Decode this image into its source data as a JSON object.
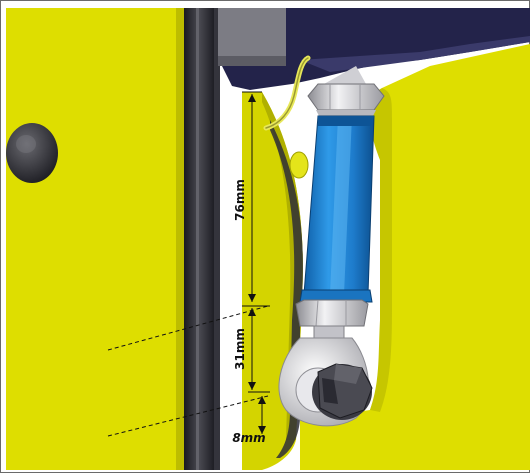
{
  "dimensions": {
    "upper": "76mm",
    "middle": "31mm",
    "lower": "8mm"
  },
  "colors": {
    "panel_yellow": "#dede00",
    "bracket_yellow": "#d4d400",
    "shock_blue": "#1e88d8",
    "frame_dark": "#2b2b33",
    "frame_mid": "#5a5a63",
    "navy_body": "#23234a",
    "bolt_silver": "#d8d8dc",
    "wire_yellow": "#e8e85a",
    "dim_line": "#111111"
  },
  "icons": {
    "panel_knob": "round-knob-icon",
    "upper_nut": "hex-nut-icon",
    "lower_bolt": "hex-bolt-icon"
  }
}
